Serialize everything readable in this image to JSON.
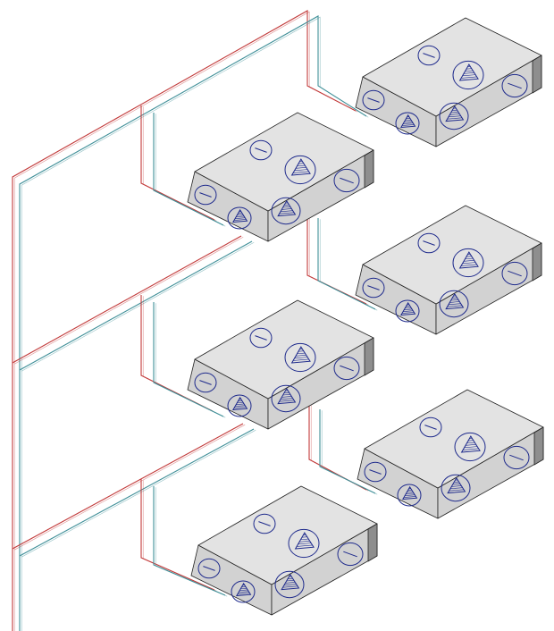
{
  "diagram": {
    "type": "isometric-piping-schematic",
    "units_count": 6,
    "circuits": [
      "supply",
      "return"
    ],
    "colors": {
      "supply_pipe": "#c23a3a",
      "return_pipe": "#3f8f98",
      "unit_top": "#e3e3e3",
      "unit_front": "#d2d2d2",
      "unit_side": "#8e8e8e",
      "symbol": "#1e2a8c"
    },
    "units": [
      {
        "id": "unit-1",
        "level": 1,
        "column": "left"
      },
      {
        "id": "unit-2",
        "level": 1,
        "column": "right"
      },
      {
        "id": "unit-3",
        "level": 2,
        "column": "left"
      },
      {
        "id": "unit-4",
        "level": 2,
        "column": "right"
      },
      {
        "id": "unit-5",
        "level": 3,
        "column": "left"
      },
      {
        "id": "unit-6",
        "level": 3,
        "column": "right"
      }
    ],
    "unit_symbols": [
      "connection-port-icon",
      "fan-icon",
      "filter-circle-icon",
      "fan-triangle-icon"
    ]
  }
}
